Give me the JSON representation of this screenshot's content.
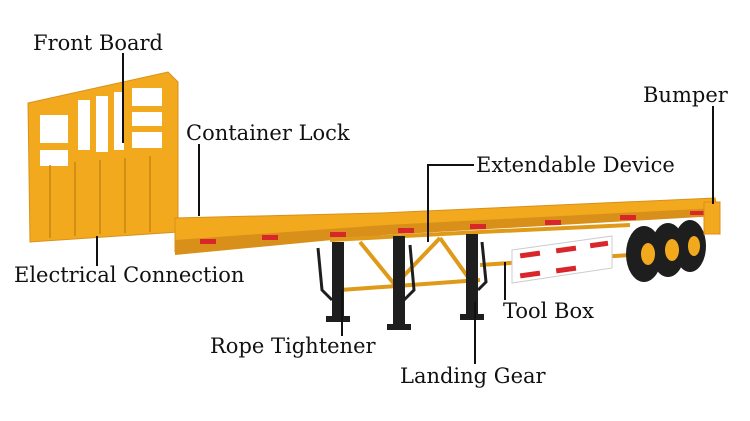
{
  "labels": {
    "front_board": "Front Board",
    "container_lock": "Container Lock",
    "extendable_device": "Extendable Device",
    "bumper": "Bumper",
    "electrical_connection": "Electrical Connection",
    "tool_box": "Tool Box",
    "rope_tightener": "Rope Tightener",
    "landing_gear": "Landing Gear"
  },
  "colors": {
    "trailer_body": "#F2A91E",
    "trailer_shadow": "#D9901A",
    "tires": "#1E1E1E",
    "tool_box_panel": "#FFFFFF",
    "reflector_red": "#D8262B",
    "pointer_lines": "#111111"
  }
}
